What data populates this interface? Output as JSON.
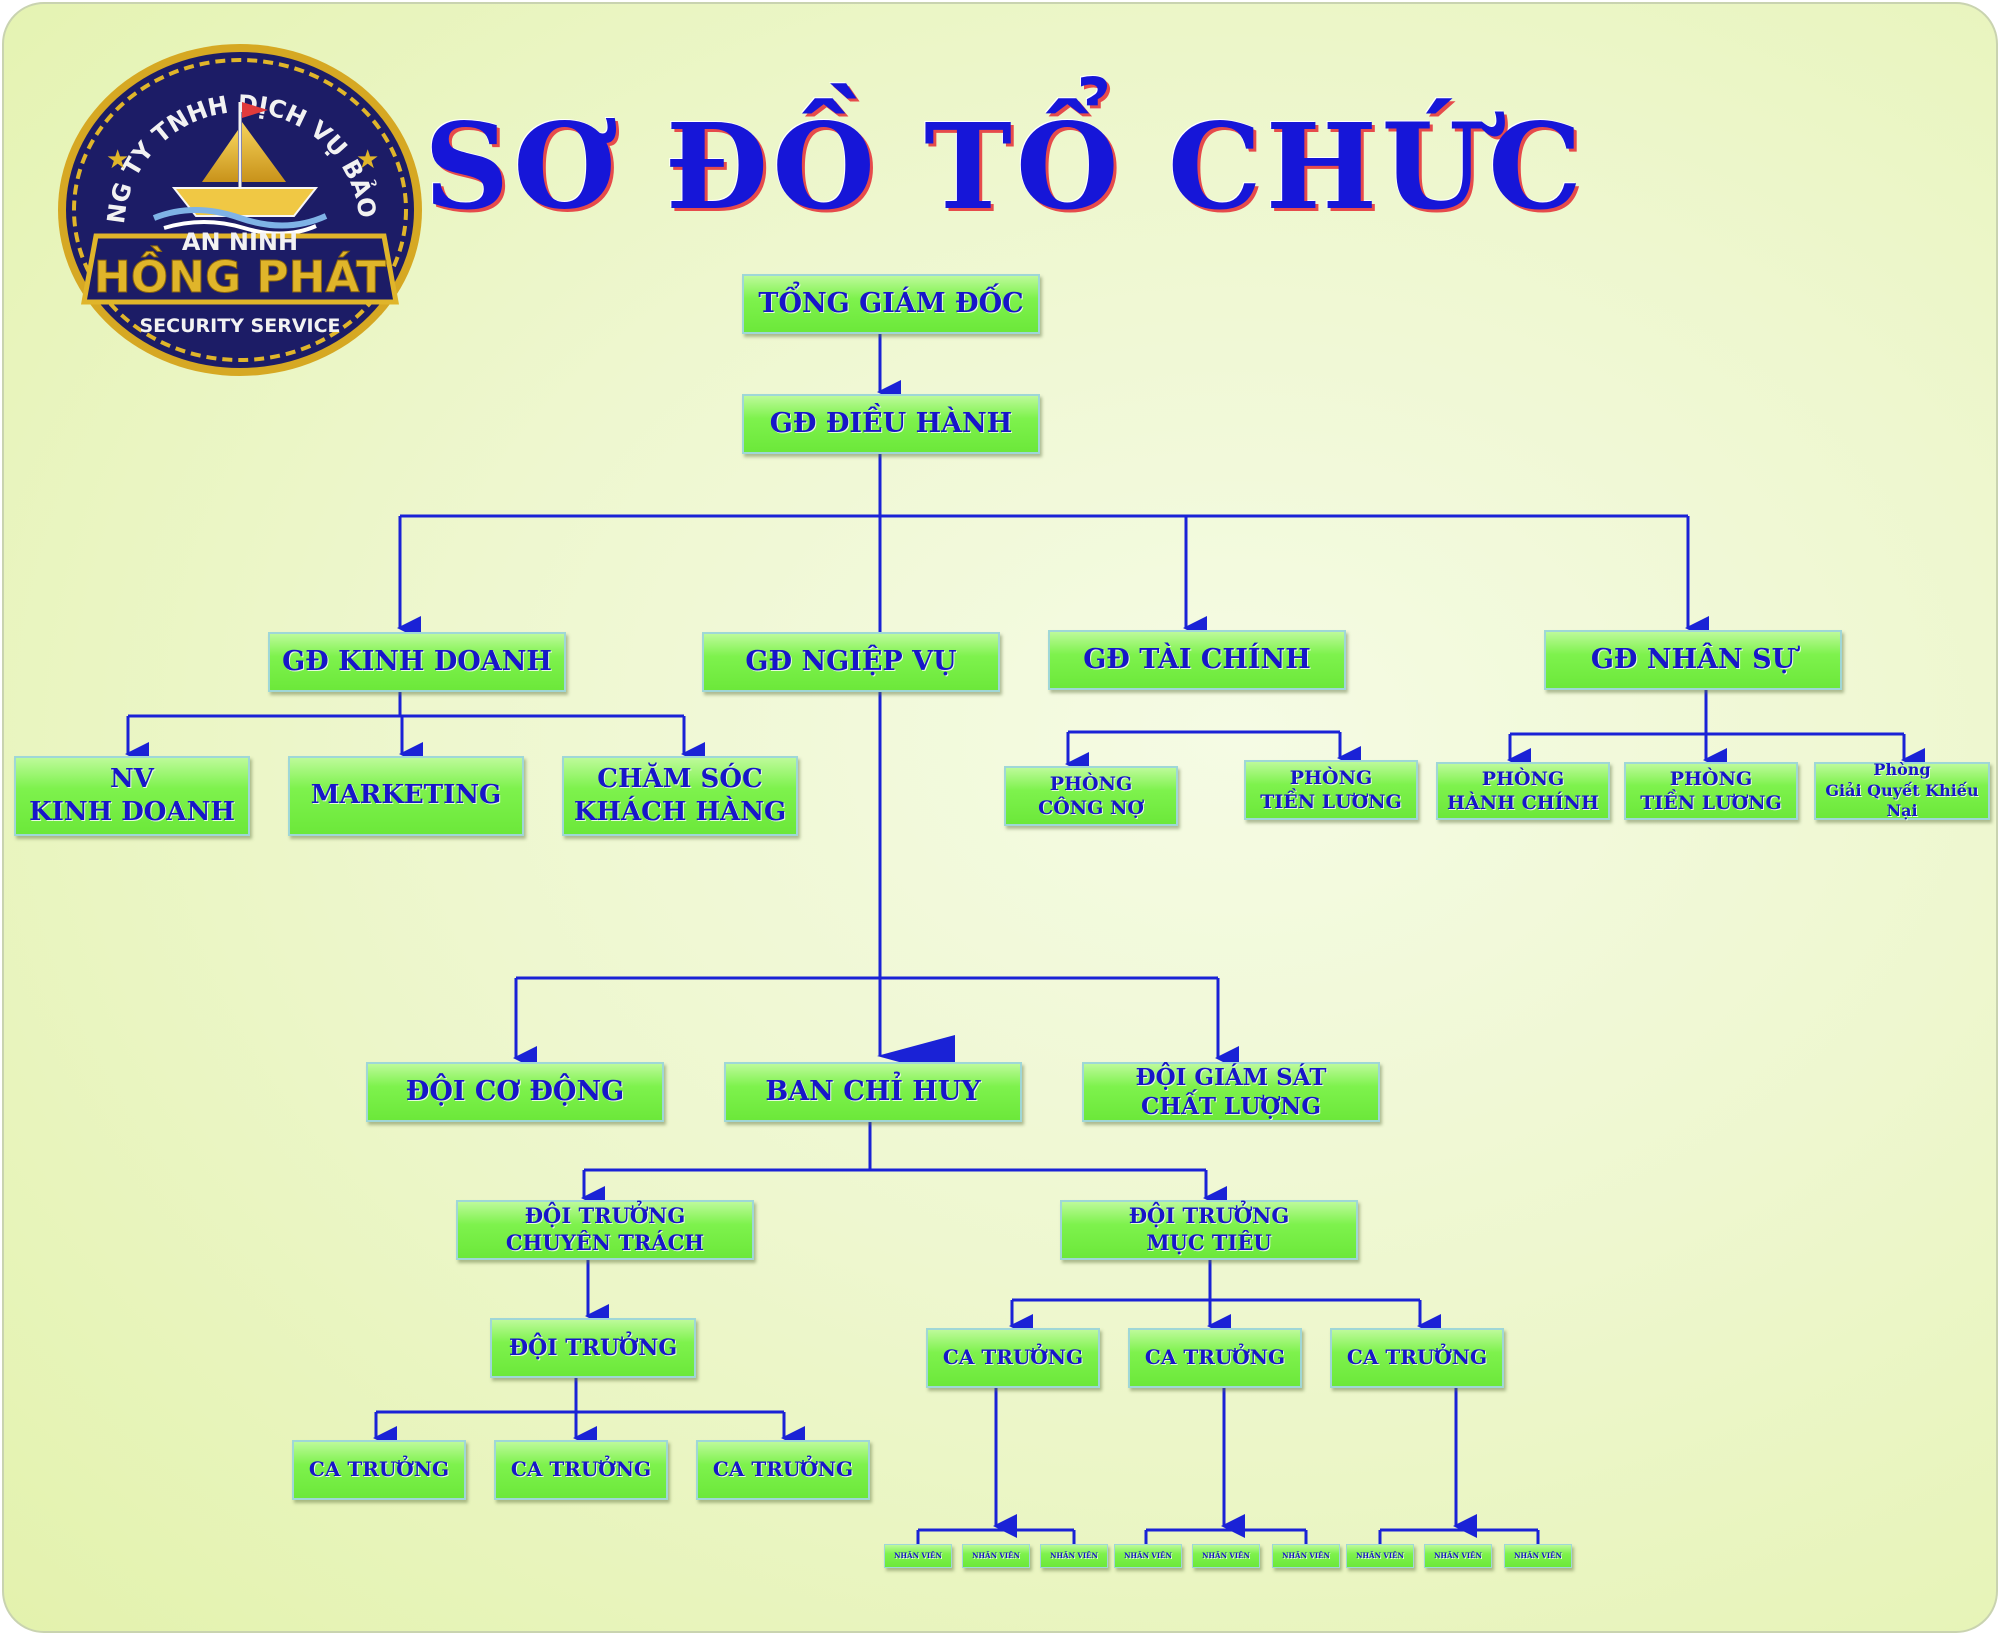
{
  "title": "SƠ ĐỒ TỔ CHỨC",
  "logo": {
    "top_text": "CÔNG TY TNHH DỊCH VỤ BẢO VỆ",
    "ribbon_top": "AN NINH",
    "ribbon_main": "HỒNG PHÁT",
    "bottom_text": "SECURITY SERVICE"
  },
  "nodes": {
    "tong_giam_doc": "TỔNG GIÁM ĐỐC",
    "gd_dieu_hanh": "GĐ ĐIỀU HÀNH",
    "gd_kinh_doanh": "GĐ KINH DOANH",
    "gd_nghiep_vu": "GĐ NGIỆP VỤ",
    "gd_tai_chinh": "GĐ TÀI CHÍNH",
    "gd_nhan_su": "GĐ  NHÂN SỰ",
    "nv_kinh_doanh": "NV\nKINH DOANH",
    "marketing": "MARKETING",
    "cham_soc": "CHĂM SÓC\nKHÁCH HÀNG",
    "phong_cong_no": "PHÒNG\nCÔNG NỢ",
    "phong_tien_luong_tc": "PHÒNG\nTIỀN LƯƠNG",
    "phong_hanh_chinh": "PHÒNG\nHÀNH CHÍNH",
    "phong_tien_luong_ns": "PHÒNG\nTIỀN LƯƠNG",
    "phong_khieu_nai": "Phòng\nGiải Quyết Khiếu Nại",
    "doi_co_dong": "ĐỘI CƠ ĐỘNG",
    "ban_chi_huy": "BAN CHỈ HUY",
    "doi_giam_sat": "ĐỘI GIÁM SÁT\nCHẤT LƯỢNG",
    "doi_truong_chuyen_trach": "ĐỘI TRƯỞNG\nCHUYÊN TRÁCH",
    "doi_truong_muc_tieu": "ĐỘI TRƯỞNG\nMỤC TIÊU",
    "doi_truong": "ĐỘI TRƯỞNG",
    "ca_truong_a1": "CA TRƯỞNG",
    "ca_truong_a2": "CA TRƯỞNG",
    "ca_truong_a3": "CA TRƯỞNG",
    "ca_truong_b1": "CA TRƯỞNG",
    "ca_truong_b2": "CA TRƯỞNG",
    "ca_truong_b3": "CA TRƯỞNG",
    "nhan_vien_1": "NHÂN VIÊN",
    "nhan_vien_2": "NHÂN VIÊN",
    "nhan_vien_3": "NHÂN VIÊN",
    "nhan_vien_4": "NHÂN VIÊN",
    "nhan_vien_5": "NHÂN VIÊN",
    "nhan_vien_6": "NHÂN VIÊN",
    "nhan_vien_7": "NHÂN VIÊN",
    "nhan_vien_8": "NHÂN VIÊN",
    "nhan_vien_9": "NHÂN VIÊN"
  },
  "colors": {
    "connector": "#1a22d6",
    "box_text": "#1616c8",
    "title": "#1616d8",
    "logo_navy": "#1c1c66",
    "logo_gold": "#e0b52a"
  }
}
